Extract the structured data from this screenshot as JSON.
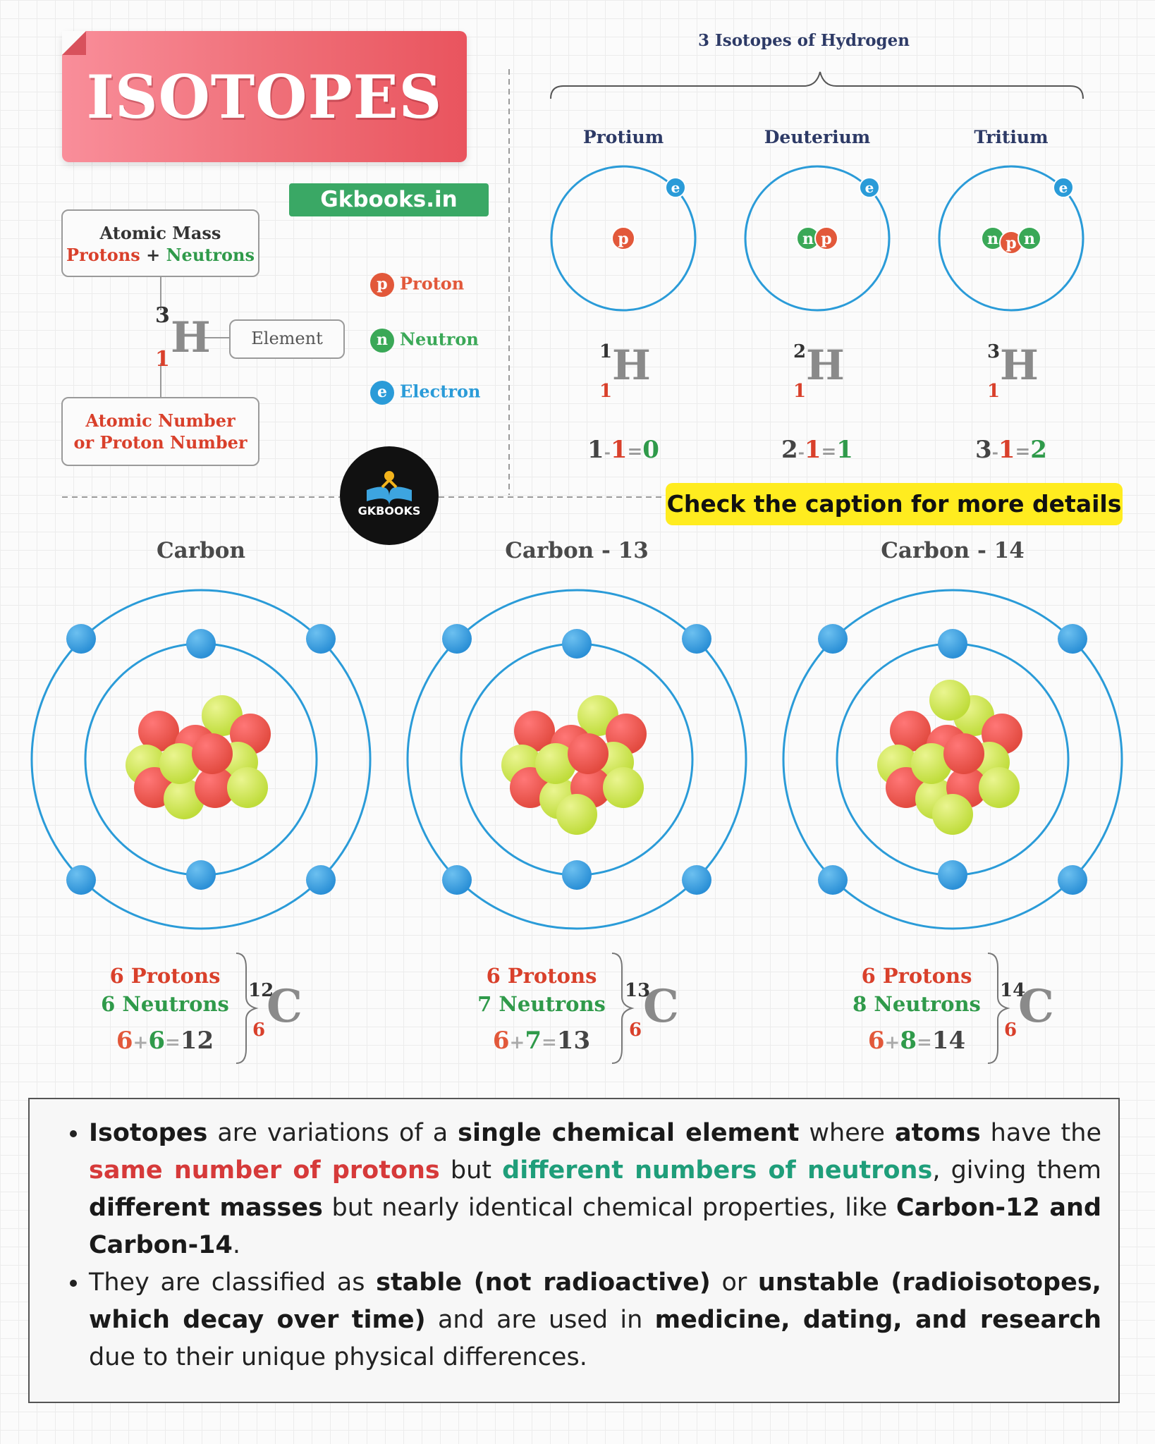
{
  "title": "ISOTOPES",
  "brand": "Gkbooks.in",
  "logo_text": "GKBOOKS",
  "caption_note": "Check the caption for more details",
  "notation": {
    "mass_box_line1": "Atomic Mass",
    "mass_box_protons": "Protons",
    "mass_box_plus": "+",
    "mass_box_neutrons": "Neutrons",
    "symbol": "H",
    "mass_number": "3",
    "atomic_number": "1",
    "element_label": "Element",
    "number_box_line1": "Atomic Number",
    "number_box_line2": "or Proton Number"
  },
  "legend": [
    {
      "glyph": "p",
      "label": "Proton",
      "color": "#e2583a"
    },
    {
      "glyph": "n",
      "label": "Neutron",
      "color": "#3aa857"
    },
    {
      "glyph": "e",
      "label": "Electron",
      "color": "#2a9bd8"
    }
  ],
  "hydrogen": {
    "heading": "3 Isotopes of Hydrogen",
    "isotopes": [
      {
        "name": "Protium",
        "mass": "1",
        "atomic": "1",
        "symbol": "H",
        "nucleus": [
          "p"
        ],
        "eq_a": "1",
        "eq_op": "-",
        "eq_b": "1",
        "eq_eq": "=",
        "eq_r": "0"
      },
      {
        "name": "Deuterium",
        "mass": "2",
        "atomic": "1",
        "symbol": "H",
        "nucleus": [
          "n",
          "p"
        ],
        "eq_a": "2",
        "eq_op": "-",
        "eq_b": "1",
        "eq_eq": "=",
        "eq_r": "1"
      },
      {
        "name": "Tritium",
        "mass": "3",
        "atomic": "1",
        "symbol": "H",
        "nucleus": [
          "n",
          "p",
          "n"
        ],
        "eq_a": "3",
        "eq_op": "-",
        "eq_b": "1",
        "eq_eq": "=",
        "eq_r": "2"
      }
    ],
    "electron_glyph": "e"
  },
  "carbon": [
    {
      "name": "Carbon",
      "protons_text": "6 Protons",
      "neutrons_text": "6 Neutrons",
      "mass": "12",
      "atomic": "6",
      "symbol": "C",
      "eq_a": "6",
      "eq_op": "+",
      "eq_b": "6",
      "eq_eq": "=",
      "eq_r": "12"
    },
    {
      "name": "Carbon - 13",
      "protons_text": "6 Protons",
      "neutrons_text": "7 Neutrons",
      "mass": "13",
      "atomic": "6",
      "symbol": "C",
      "eq_a": "6",
      "eq_op": "+",
      "eq_b": "7",
      "eq_eq": "=",
      "eq_r": "13"
    },
    {
      "name": "Carbon - 14",
      "protons_text": "6 Protons",
      "neutrons_text": "8 Neutrons",
      "mass": "14",
      "atomic": "6",
      "symbol": "C",
      "eq_a": "6",
      "eq_op": "+",
      "eq_b": "8",
      "eq_eq": "=",
      "eq_r": "14"
    }
  ],
  "description": {
    "b1": {
      "t1": "Isotopes",
      "t2": " are variations of a ",
      "t3": "single chemical element",
      "t4": " where ",
      "t5": "atoms",
      "t6": " have the ",
      "t7": "same number of protons",
      "t8": " but ",
      "t9": "different numbers of neutrons",
      "t10": ", giving them ",
      "t11": "different masses",
      "t12": " but nearly identical chemical properties, like ",
      "t13": "Carbon-12 and Carbon-14",
      "t14": "."
    },
    "b2": {
      "t1": "They are classified as ",
      "t2": "stable (not radioactive)",
      "t3": " or ",
      "t4": "unstable (radioisotopes, which decay over time)",
      "t5": " and are used in ",
      "t6": "medicine, dating, and research",
      "t7": " due to their unique physical differences."
    }
  },
  "colors": {
    "proton": "#e24a3f",
    "neutron": "#bfdc3a",
    "electron": "#2a8fd6",
    "orbit": "#2a9bd8",
    "accent": "#ef6e77"
  }
}
